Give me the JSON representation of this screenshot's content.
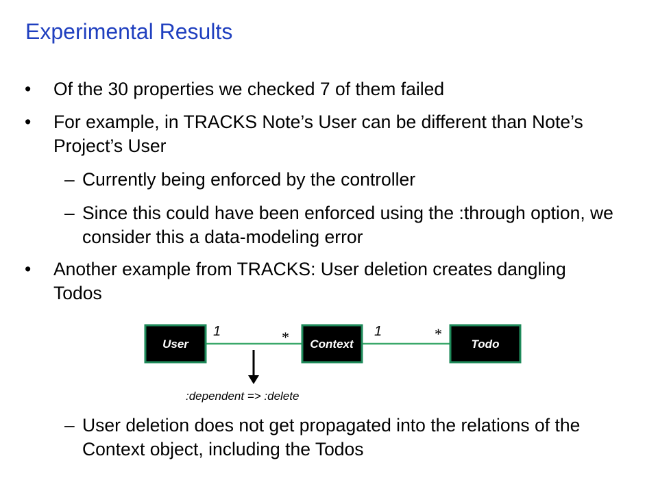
{
  "slide": {
    "title": "Experimental Results",
    "bullets": [
      {
        "marker": "•",
        "text": "Of the 30 properties we checked 7 of them failed"
      },
      {
        "marker": "•",
        "text": "For example, in TRACKS Note’s User can be different than Note’s Project’s User"
      },
      {
        "marker": "–",
        "text": "Currently being enforced by the controller"
      },
      {
        "marker": "–",
        "text": "Since this could have been enforced using the :through option, we consider this a data-modeling error"
      },
      {
        "marker": "•",
        "text": "Another example from TRACKS: User deletion creates dangling Todos"
      },
      {
        "marker": "–",
        "text": "User deletion does not get propagated into the relations of the Context object, including the Todos"
      }
    ]
  },
  "diagram": {
    "nodes": [
      {
        "label": "User"
      },
      {
        "label": "Context"
      },
      {
        "label": "Todo"
      }
    ],
    "edges": [
      {
        "from": "User",
        "to": "Context",
        "from_mult": "1",
        "to_mult": "*"
      },
      {
        "from": "Context",
        "to": "Todo",
        "from_mult": "1",
        "to_mult": "*"
      }
    ],
    "annotation": ":dependent => :delete",
    "colors": {
      "box_fill": "#000000",
      "box_border": "#1e8a5a",
      "edge": "#3aa86a",
      "title": "#1f3fbf"
    }
  }
}
